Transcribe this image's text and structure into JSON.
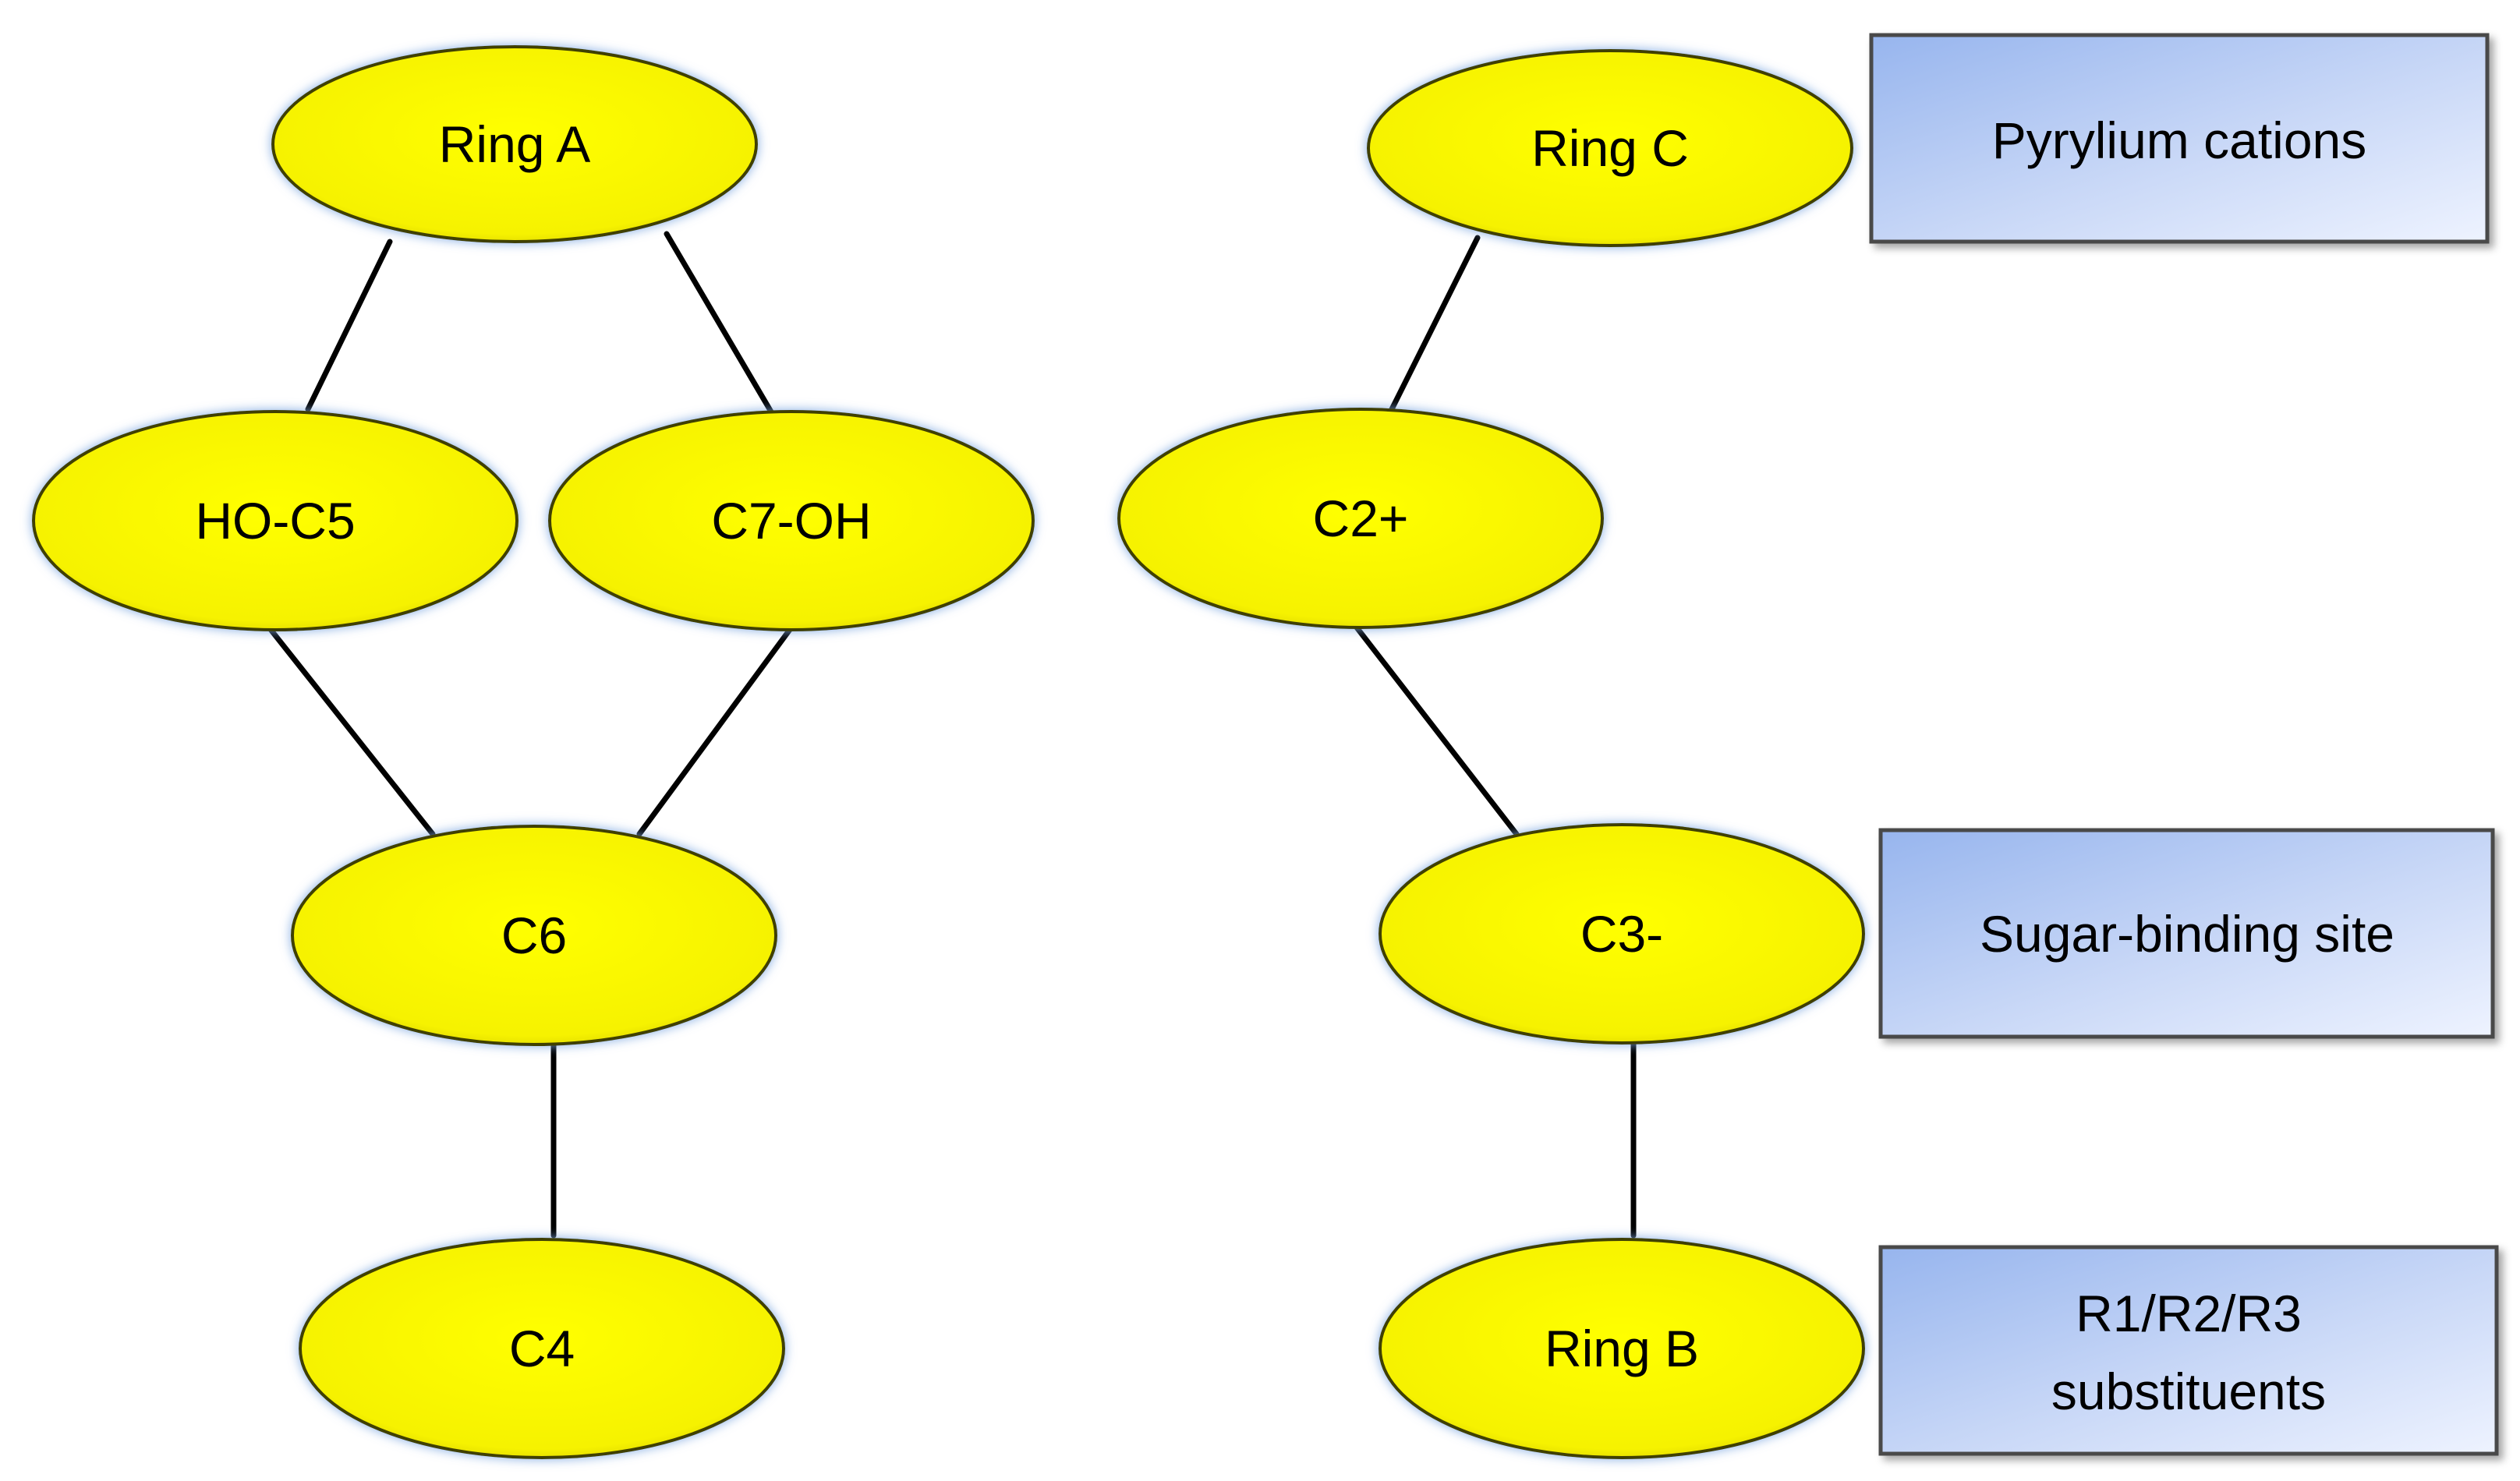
{
  "colors": {
    "node_fill": "#ffff00",
    "node_stroke": "#404000",
    "node_glow": "#7da7e0",
    "box_fill_light": "#eef3ff",
    "box_fill_dark": "#97b5ee",
    "box_stroke": "#4a4a4a",
    "edge": "#000000"
  },
  "nodes": {
    "ring_a": "Ring A",
    "ho_c5": "HO-C5",
    "c7_oh": "C7-OH",
    "c6": "C6",
    "c4": "C4",
    "ring_c": "Ring C",
    "c2_plus": "C2+",
    "c3_minus": "C3-",
    "ring_b": "Ring B"
  },
  "boxes": {
    "pyrylium": "Pyrylium cations",
    "sugar": "Sugar-binding site",
    "substituents_line1": "R1/R2/R3",
    "substituents_line2": "substituents"
  },
  "edges": [
    [
      "ring_a",
      "ho_c5"
    ],
    [
      "ring_a",
      "c7_oh"
    ],
    [
      "ho_c5",
      "c6"
    ],
    [
      "c7_oh",
      "c6"
    ],
    [
      "c6",
      "c4"
    ],
    [
      "ring_c",
      "c2_plus"
    ],
    [
      "c2_plus",
      "c3_minus"
    ],
    [
      "c3_minus",
      "ring_b"
    ]
  ]
}
